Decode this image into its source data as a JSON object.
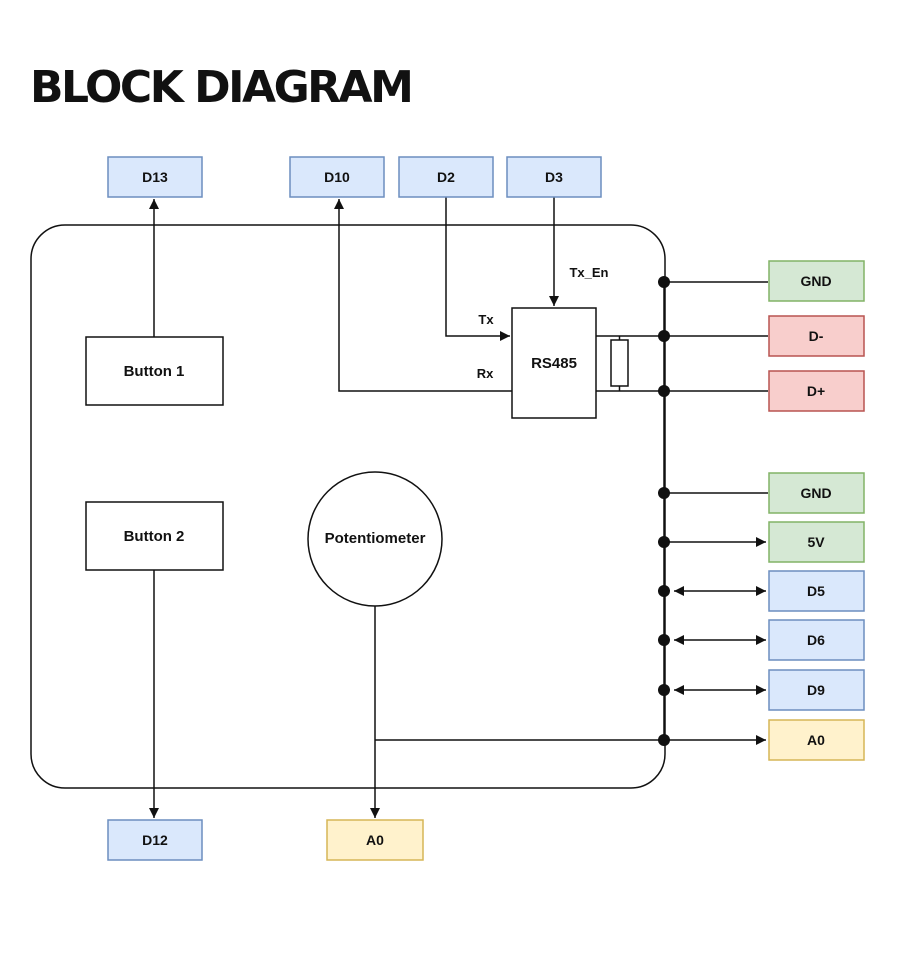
{
  "title": "BLOCK DIAGRAM",
  "colors": {
    "line": "#111111",
    "blue_fill": "#dae8fc",
    "blue_stroke": "#6c8ebf",
    "green_fill": "#d5e8d4",
    "green_stroke": "#82b366",
    "red_fill": "#f8cecc",
    "red_stroke": "#b85450",
    "yellow_fill": "#fff2cc",
    "yellow_stroke": "#d6b656"
  },
  "blocks": {
    "button1": "Button 1",
    "button2": "Button 2",
    "rs485": "RS485",
    "potentiometer": "Potentiometer"
  },
  "signals": {
    "tx": "Tx",
    "rx": "Rx",
    "tx_en": "Tx_En"
  },
  "pins": {
    "top": [
      "D13",
      "D10",
      "D2",
      "D3"
    ],
    "bottom": [
      "D12",
      "A0"
    ],
    "right": [
      "GND",
      "D-",
      "D+",
      "GND",
      "5V",
      "D5",
      "D6",
      "D9",
      "A0"
    ]
  }
}
